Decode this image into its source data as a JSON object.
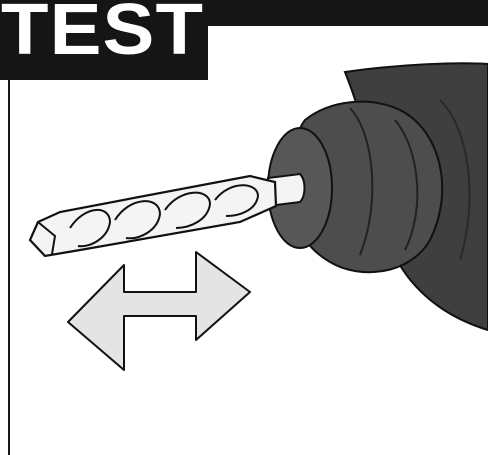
{
  "header": {
    "title": "TEST"
  },
  "illustration": {
    "subject": "drill-with-masonry-bit",
    "arrow": "double-headed-arrow"
  },
  "colors": {
    "bar": "#151515",
    "drill_dark": "#3f3f3f",
    "arrow_fill": "#e4e4e4",
    "bit_fill": "#f4f4f4"
  }
}
